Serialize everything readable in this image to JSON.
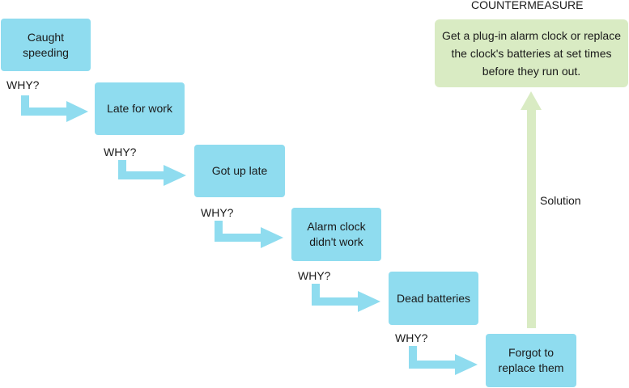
{
  "steps": [
    {
      "label": "Caught\nspeeding"
    },
    {
      "label": "Late for work"
    },
    {
      "label": "Got up late"
    },
    {
      "label": "Alarm clock\ndidn't work"
    },
    {
      "label": "Dead batteries"
    },
    {
      "label": "Forgot to\nreplace them"
    }
  ],
  "why_label": "WHY?",
  "countermeasure": {
    "title": "COUNTERMEASURE",
    "text": "Get a plug-in alarm clock or replace\nthe clock's batteries at set times\nbefore they run out."
  },
  "solution_label": "Solution",
  "colors": {
    "step_fill": "#8fdcef",
    "arrow": "#8fdcef",
    "countermeasure_fill": "#d9ebc3",
    "solution_arrow": "#d9ebc3"
  }
}
